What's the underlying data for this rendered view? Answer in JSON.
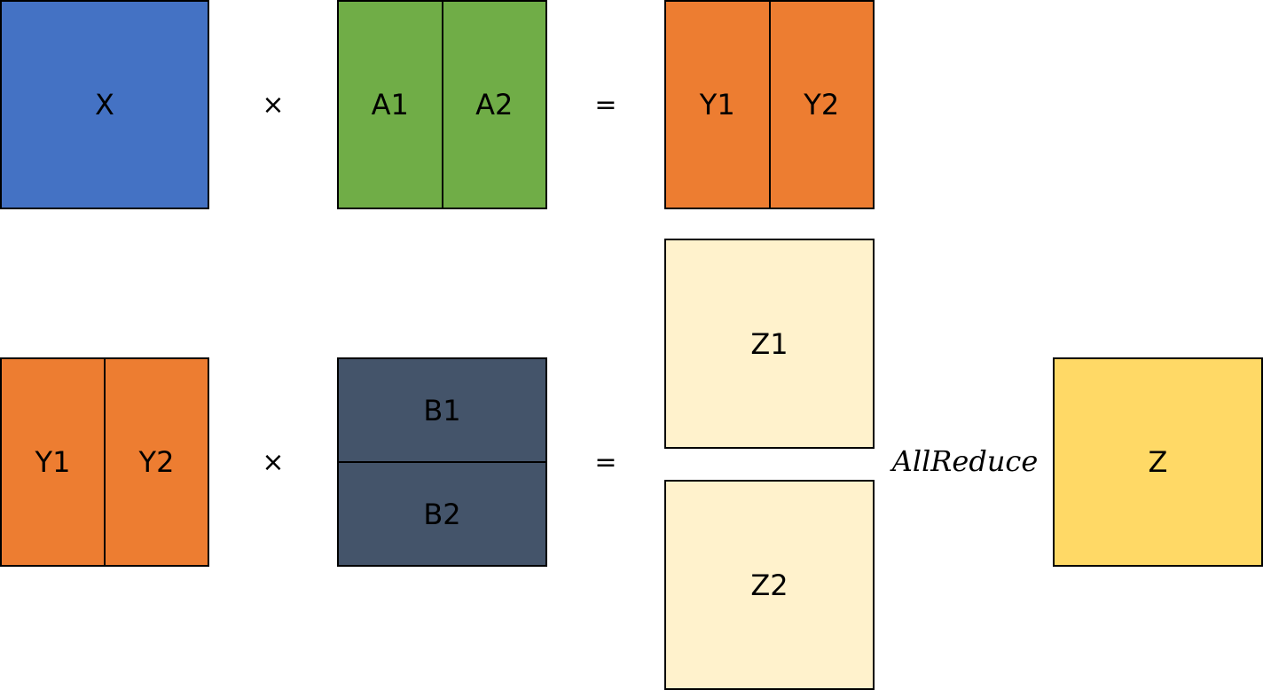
{
  "colors": {
    "x_block": "#4472C4",
    "a_blocks": "#70AD47",
    "y_blocks": "#ED7D31",
    "b_blocks": "#44546A",
    "z_partial_blocks": "#FFF2CC",
    "z_block": "#FFD966"
  },
  "row1": {
    "x_label": "X",
    "times_sign": "×",
    "a1_label": "A1",
    "a2_label": "A2",
    "equals_sign": "=",
    "y1_label": "Y1",
    "y2_label": "Y2"
  },
  "row2": {
    "y1_label": "Y1",
    "y2_label": "Y2",
    "times_sign": "×",
    "b1_label": "B1",
    "b2_label": "B2",
    "equals_sign": "=",
    "z1_label": "Z1",
    "z2_label": "Z2",
    "allreduce_label": "AllReduce",
    "z_label": "Z"
  }
}
